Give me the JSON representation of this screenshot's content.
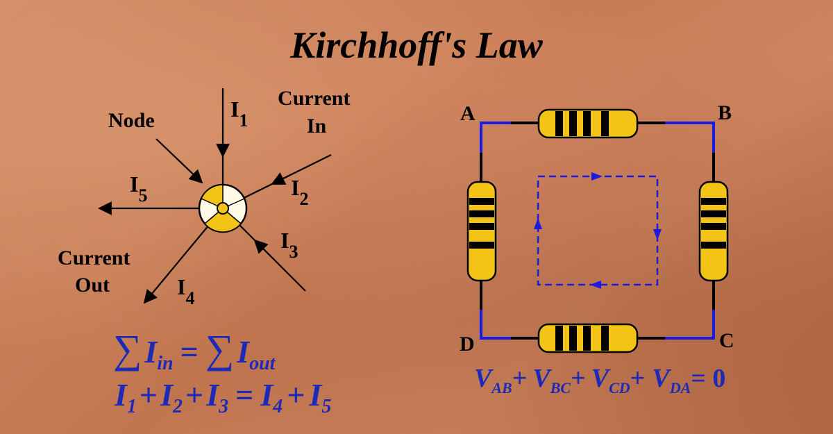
{
  "title": "Kirchhoff's Law",
  "node_diagram": {
    "node_label": "Node",
    "current_in_label": [
      "Current",
      "In"
    ],
    "current_out_label": [
      "Current",
      "Out"
    ],
    "current_symbol": "I",
    "branches": [
      {
        "sub": "1"
      },
      {
        "sub": "2"
      },
      {
        "sub": "3"
      },
      {
        "sub": "4"
      },
      {
        "sub": "5"
      }
    ]
  },
  "kcl": {
    "sum_symbol": "∑",
    "I": "I",
    "in_sub": "in",
    "equals": "=",
    "out_sub": "out",
    "expanded": {
      "left": [
        "1",
        "2",
        "3"
      ],
      "right": [
        "4",
        "5"
      ],
      "plus": "+"
    }
  },
  "kvl": {
    "nodes": {
      "a": "A",
      "b": "B",
      "c": "C",
      "d": "D"
    },
    "V": "V",
    "terms": [
      "AB",
      "BC",
      "CD",
      "DA"
    ],
    "plus": "+",
    "equals_zero": "= 0"
  },
  "colors": {
    "wire": "#1a1ae0",
    "resistor_body": "#f3c318",
    "resistor_band": "#000000",
    "equation": "#1d2ab5",
    "loop": "#1a1ae0"
  }
}
